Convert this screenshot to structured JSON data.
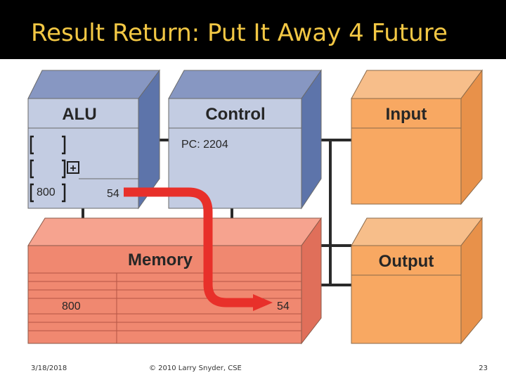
{
  "slide": {
    "title": "Result Return: Put It Away 4 Future",
    "footer_date": "3/18/2018",
    "footer_copyright": "© 2010 Larry Snyder, CSE",
    "page_number": "23"
  },
  "diagram": {
    "alu": {
      "label": "ALU",
      "register_value": "800",
      "result_value": "54",
      "operator_symbol": "+"
    },
    "control": {
      "label": "Control",
      "pc_text": "PC: 2204"
    },
    "input": {
      "label": "Input"
    },
    "output": {
      "label": "Output"
    },
    "memory": {
      "label": "Memory",
      "cell_value_left": "800",
      "cell_value_right": "54"
    },
    "colors": {
      "blue_front": "#c3cce2",
      "blue_top": "#8797c2",
      "blue_side": "#5d74aa",
      "orange_front": "#f8a862",
      "orange_top": "#f7be8a",
      "orange_side": "#e8914a",
      "red_front": "#f08870",
      "red_top": "#f6a38f",
      "red_side": "#e06f5a",
      "arrow": "#e8302a",
      "title_text": "#f2c744"
    }
  }
}
